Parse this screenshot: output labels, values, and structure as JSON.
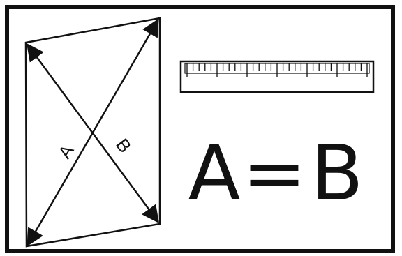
{
  "diagram": {
    "labels": {
      "diagonal_a": "A",
      "diagonal_b": "B"
    },
    "equation": {
      "left": "A",
      "operator": "=",
      "right": "B"
    },
    "colors": {
      "stroke": "#111111",
      "background": "#ffffff"
    }
  }
}
